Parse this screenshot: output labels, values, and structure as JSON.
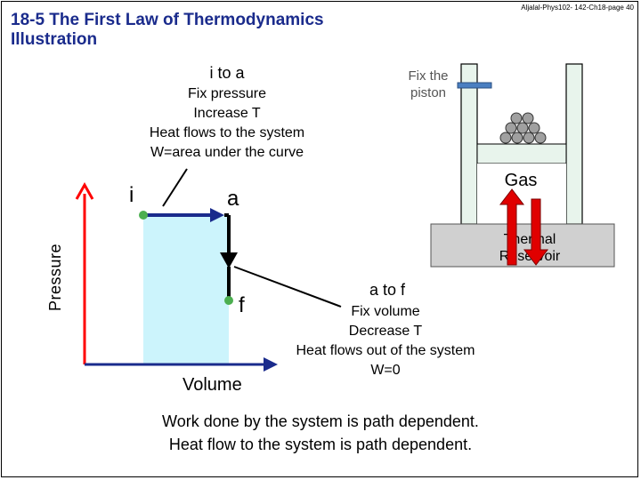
{
  "header": {
    "title_line1": "18-5 The First Law of Thermodynamics",
    "title_line2": "Illustration",
    "credit": "Aljalal-Phys102- 142-Ch18-page 40"
  },
  "process_i_to_a": {
    "heading": "i to a",
    "lines": [
      "Fix pressure",
      "Increase T",
      "Heat flows to the system",
      "W=area under the curve"
    ]
  },
  "process_a_to_f": {
    "heading": "a to f",
    "lines": [
      "Fix volume",
      "Decrease T",
      "Heat flows out of  the system",
      "W=0"
    ]
  },
  "apparatus": {
    "piston_label": "Fix the\npiston",
    "gas_label": "Gas",
    "reservoir_label": "Thermal\nReservoir"
  },
  "graph": {
    "y_axis_label": "Pressure",
    "x_axis_label": "Volume",
    "point_i": "i",
    "point_a": "a",
    "point_f": "f"
  },
  "conclusion": {
    "line1": "Work done by the system is path dependent.",
    "line2": "Heat flow to the system is path dependent."
  },
  "colors": {
    "title": "#1a2b8c",
    "axis_arrow": "#ff0000",
    "axis": "#1a2b8c",
    "path": "#000000",
    "area_fill": "#ccf4fc",
    "point": "#4caf50",
    "gas_fill": "#eaf7ef",
    "reservoir_fill": "#d0d0d0",
    "piston_pin": "#4a7fc1",
    "heat_arrow": "#e00000"
  }
}
